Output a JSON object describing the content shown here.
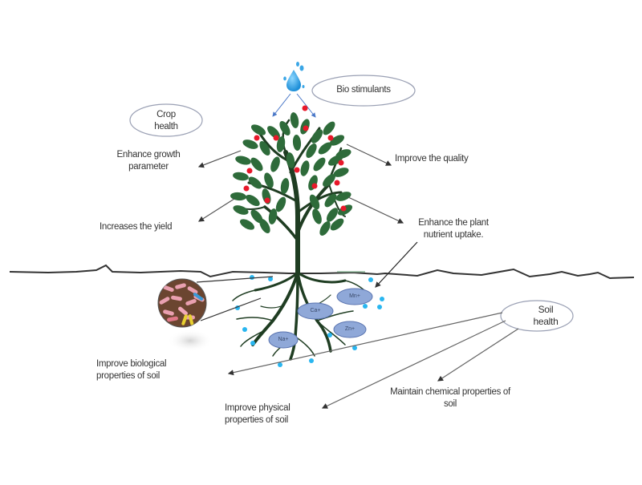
{
  "diagram": {
    "source": {
      "label": "Bio stimulants",
      "icon": "water-drop-icon"
    },
    "categories": {
      "crop": {
        "label_line1": "Crop",
        "label_line2": "health"
      },
      "soil": {
        "label_line1": "Soil",
        "label_line2": "health"
      }
    },
    "crop_effects": [
      {
        "line1": "Enhance growth",
        "line2": "parameter"
      },
      {
        "line1": "Increases the yield",
        "line2": ""
      },
      {
        "line1": "Improve the quality",
        "line2": ""
      },
      {
        "line1": "Enhance the plant",
        "line2": "nutrient uptake."
      }
    ],
    "soil_effects": [
      {
        "line1": "Improve biological",
        "line2": "properties of soil"
      },
      {
        "line1": "Improve physical",
        "line2": "properties of soil"
      },
      {
        "line1": "Maintain  chemical properties of",
        "line2": "soil"
      }
    ],
    "ions": [
      "Mn+",
      "Ca+",
      "Zn+",
      "Na+"
    ],
    "colors": {
      "leaf": "#2e6b3a",
      "trunk": "#1f3d22",
      "berry": "#e8182a",
      "water_dot": "#29b6f0",
      "ion_fill": "#8fa8d8",
      "ion_stroke": "#5a74b0",
      "oval_stroke": "#9aa0b4",
      "arrow": "#555555",
      "blue_arrow": "#4a78c8",
      "soil_line": "#333333",
      "microbe_bg": "#6b4530",
      "microbe_pink": "#e9a0b0"
    }
  }
}
